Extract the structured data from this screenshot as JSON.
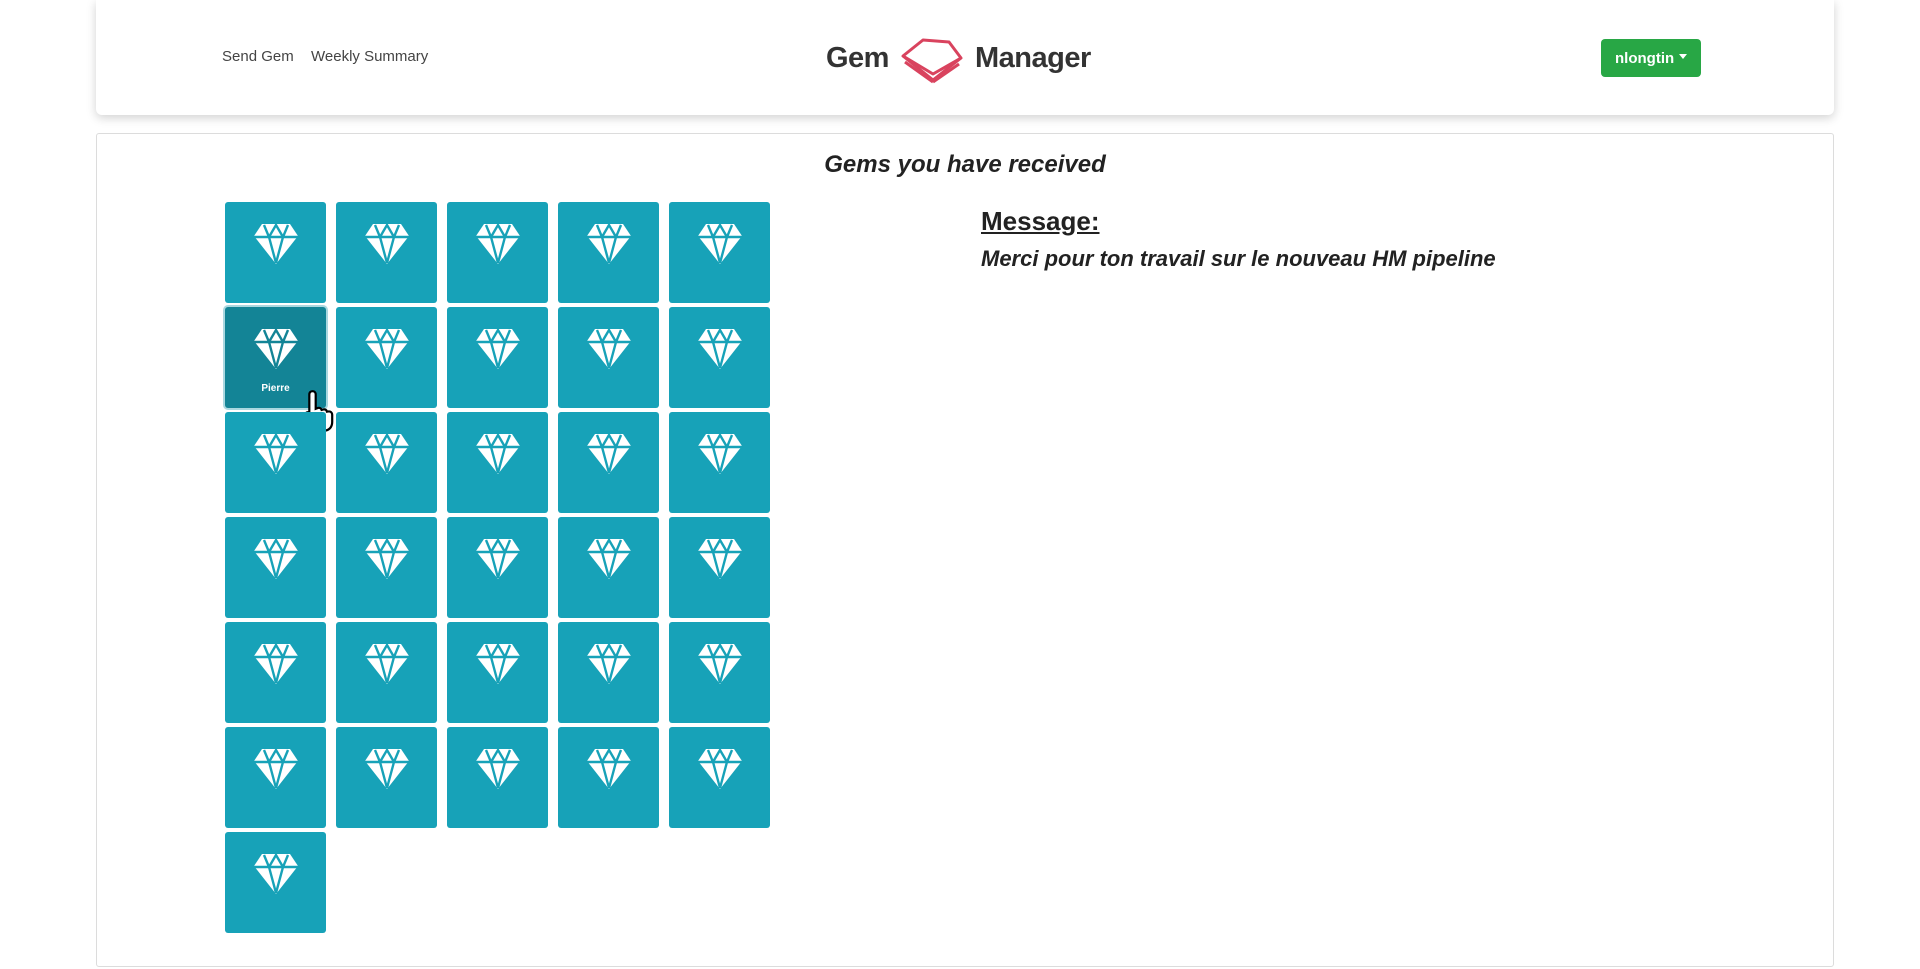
{
  "nav": {
    "send_gem": "Send Gem",
    "weekly_summary": "Weekly Summary",
    "brand_left": "Gem",
    "brand_right": "Manager",
    "user": "nlongtin"
  },
  "main": {
    "title": "Gems you have received",
    "message_label": "Message:",
    "message_text": "Merci pour ton travail sur le nouveau HM pipeline",
    "gem_count": 31,
    "hovered_index": 5,
    "hovered_sender": "Pierre"
  },
  "colors": {
    "tile": "#17a2b8",
    "tile_hover": "#138496",
    "user_button": "#28a745",
    "logo": "#d9435e"
  }
}
